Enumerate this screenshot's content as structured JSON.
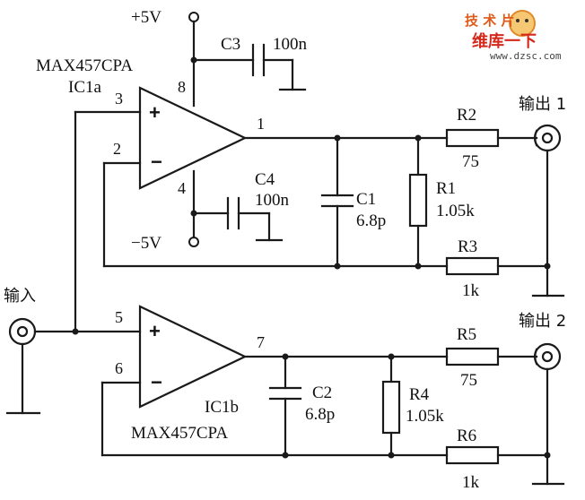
{
  "supply": {
    "pos": "+5V",
    "neg": "−5V"
  },
  "ic1a": {
    "part": "MAX457CPA",
    "ref": "IC1a",
    "pin_plus": "3",
    "pin_minus": "2",
    "pin_out": "1",
    "pin_vcc": "8",
    "pin_vee": "4",
    "plus_sign": "+",
    "minus_sign": "−"
  },
  "ic1b": {
    "part": "MAX457CPA",
    "ref": "IC1b",
    "pin_plus": "5",
    "pin_minus": "6",
    "pin_out": "7",
    "plus_sign": "+",
    "minus_sign": "−"
  },
  "caps": {
    "c3": {
      "ref": "C3",
      "value": "100n"
    },
    "c4": {
      "ref": "C4",
      "value": "100n"
    },
    "c1": {
      "ref": "C1",
      "value": "6.8p"
    },
    "c2": {
      "ref": "C2",
      "value": "6.8p"
    }
  },
  "resistors": {
    "r1": {
      "ref": "R1",
      "value": "1.05k"
    },
    "r2": {
      "ref": "R2",
      "value": "75"
    },
    "r3": {
      "ref": "R3",
      "value": "1k"
    },
    "r4": {
      "ref": "R4",
      "value": "1.05k"
    },
    "r5": {
      "ref": "R5",
      "value": "75"
    },
    "r6": {
      "ref": "R6",
      "value": "1k"
    }
  },
  "ports": {
    "input": "输入",
    "output1": "输出 1",
    "output2": "输出 2"
  },
  "watermark": {
    "line1": "技 术 片",
    "line2": "维库一下",
    "url": "www.dzsc.com",
    "color": "#d4281c"
  }
}
